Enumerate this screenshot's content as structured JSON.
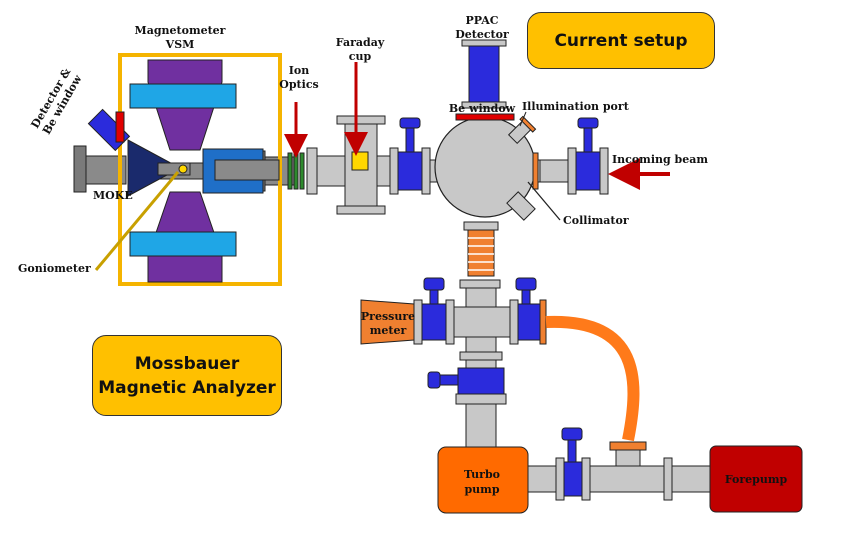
{
  "title_box": {
    "label": "Current setup"
  },
  "analyzer_box": {
    "line1": "Mossbauer",
    "line2": "Magnetic Analyzer"
  },
  "labels": {
    "ppac_1": "PPAC",
    "ppac_2": "Detector",
    "faraday_1": "Faraday",
    "faraday_2": "cup",
    "magnetometer_1": "Magnetometer",
    "magnetometer_2": "VSM",
    "ion_optics_1": "Ion",
    "ion_optics_2": "Optics",
    "detector_window_1": "Detector &",
    "detector_window_2": "Be window",
    "be_window": "Be window",
    "illumination_port": "Illumination port",
    "incoming_beam": "Incoming beam",
    "collimator": "Collimator",
    "moke": "MOKE",
    "goniometer": "Goniometer",
    "pressure_meter_1": "Pressure",
    "pressure_meter_2": "meter",
    "turbo_pump_1": "Turbo",
    "turbo_pump_2": "pump",
    "forepump": "Forepump"
  },
  "colors": {
    "chamber_gray": "#c8c8c8",
    "dark_gray": "#7a7a7a",
    "valve_blue": "#2b2bdc",
    "magnet_purple": "#7030a0",
    "coil_cyan": "#1fa6e6",
    "analyzer_frame": "#f5b400",
    "box_yellow": "#ffc000",
    "turbo_orange": "#ff6a00",
    "hose_orange": "#ff7a1a",
    "forepump_red": "#c00000",
    "arrow_red": "#c00000",
    "moke_navy": "#1a2a6c",
    "faraday_yellow": "#ffd700"
  }
}
